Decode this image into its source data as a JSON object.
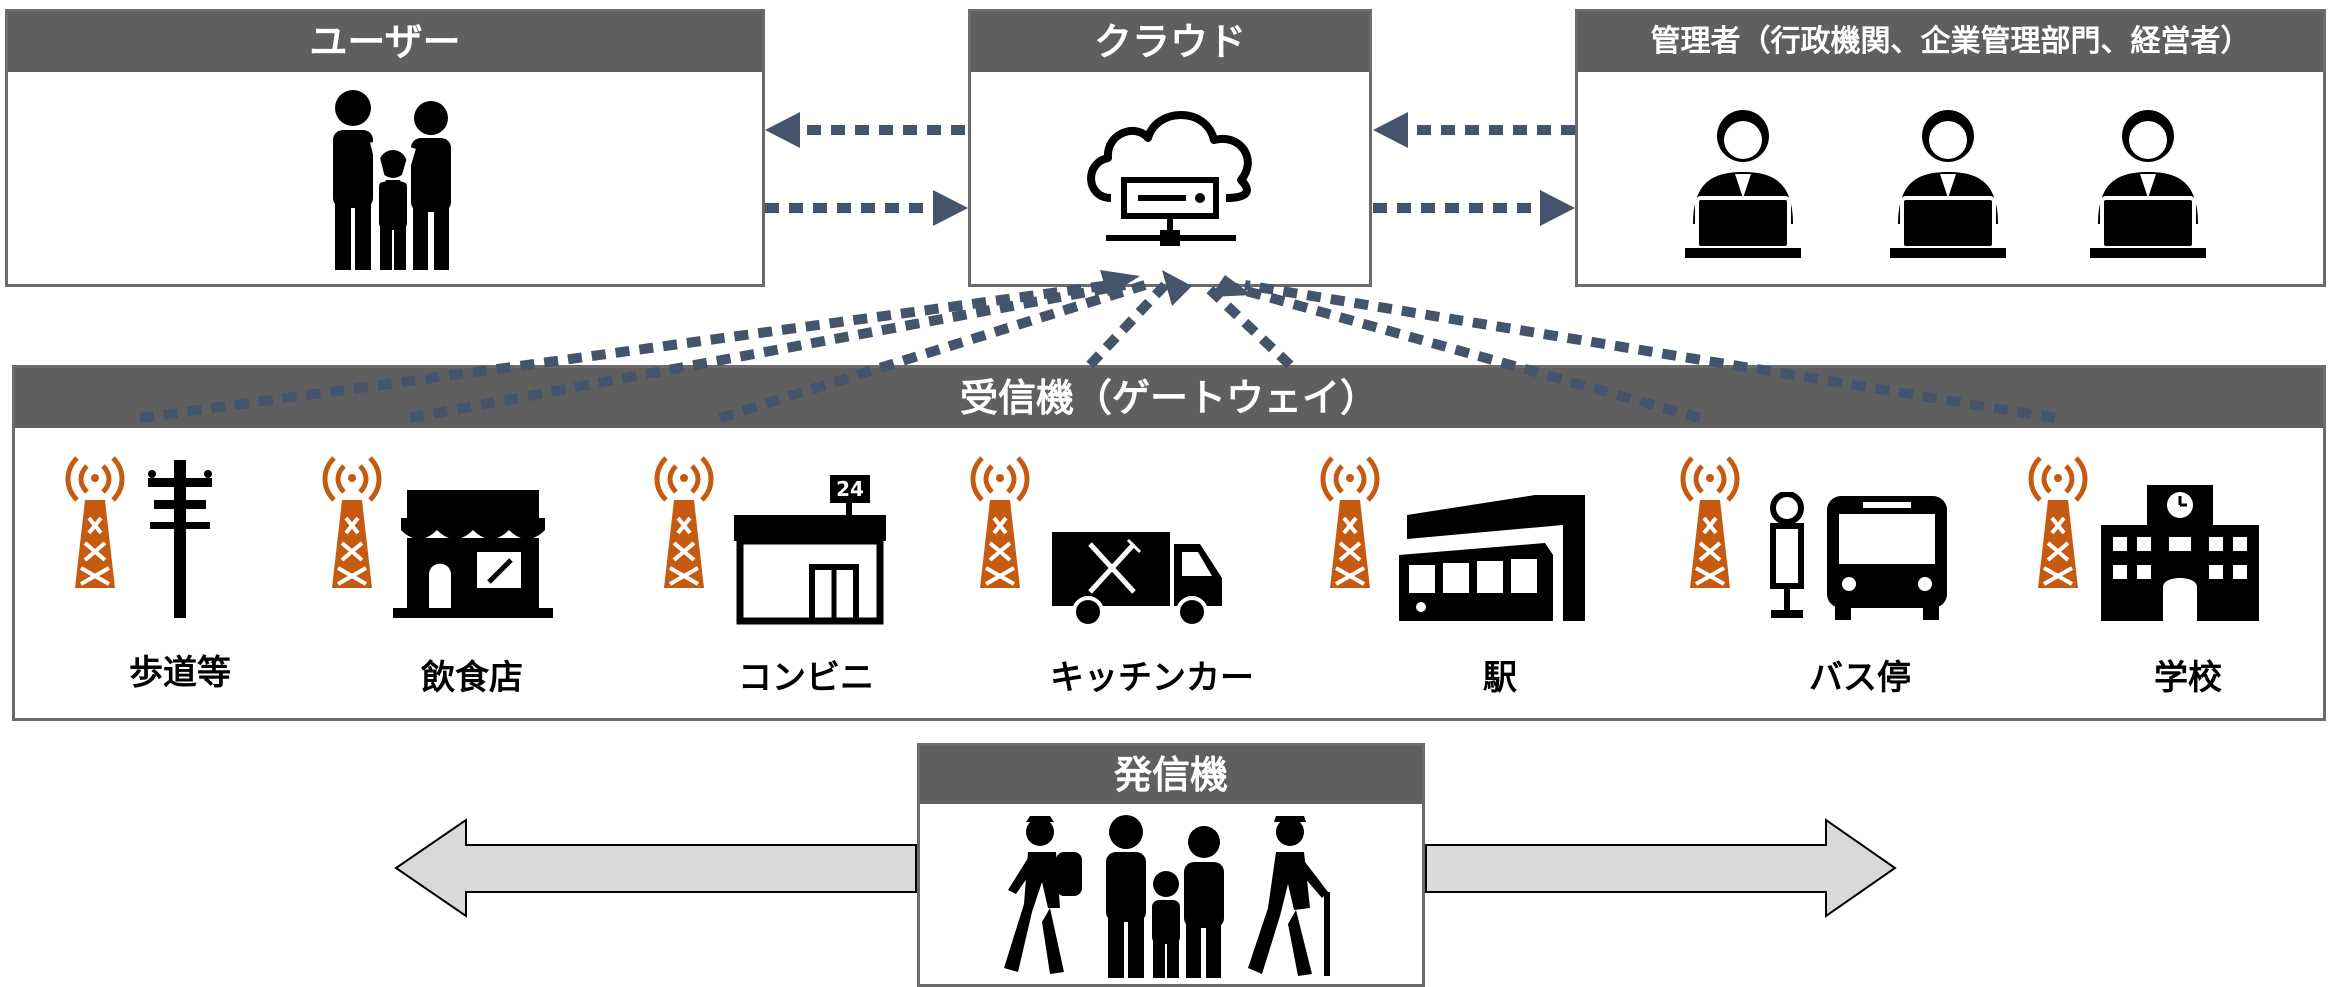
{
  "user": {
    "title": "ユーザー"
  },
  "cloud": {
    "title": "クラウド"
  },
  "admin": {
    "title": "管理者（行政機関、企業管理部門、経営者）"
  },
  "gateway": {
    "title": "受信機（ゲートウェイ）",
    "locations": [
      {
        "label": "歩道等",
        "icon": "utility-pole-icon"
      },
      {
        "label": "飲食店",
        "icon": "restaurant-icon"
      },
      {
        "label": "コンビニ",
        "icon": "convenience-store-icon"
      },
      {
        "label": "キッチンカー",
        "icon": "food-truck-icon"
      },
      {
        "label": "駅",
        "icon": "train-station-icon"
      },
      {
        "label": "バス停",
        "icon": "bus-stop-icon"
      },
      {
        "label": "学校",
        "icon": "school-icon"
      }
    ],
    "store_sign": "24"
  },
  "transmitter": {
    "title": "発信機"
  },
  "colors": {
    "header": "#5f5f5f",
    "arrow": "#44546a",
    "antenna": "#c55a11"
  }
}
